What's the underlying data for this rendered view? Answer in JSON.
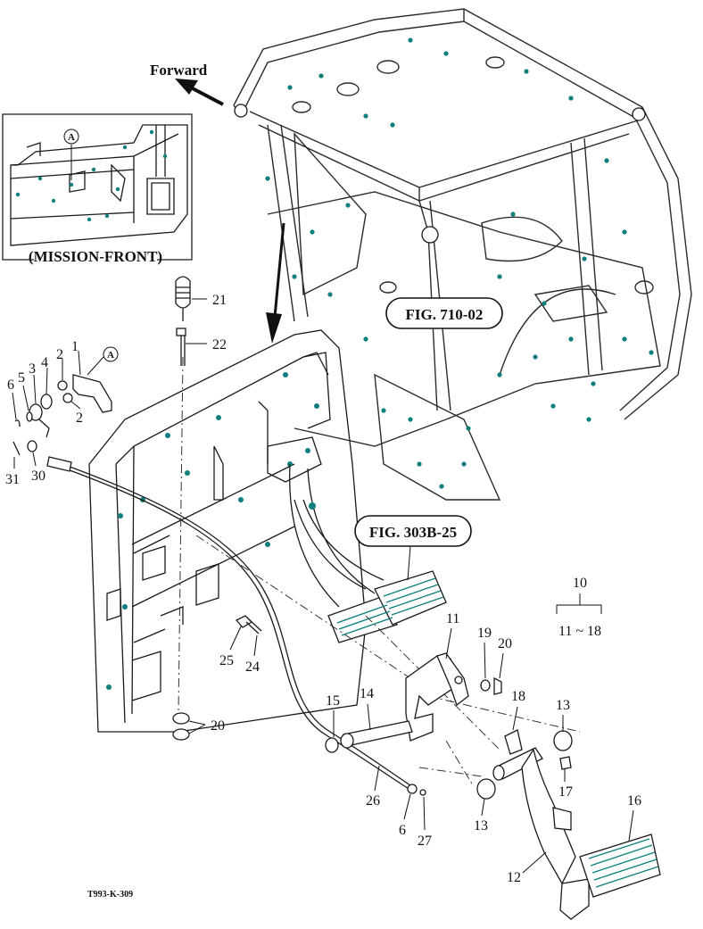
{
  "forward_label": "Forward",
  "inset": {
    "caption": "(MISSION-FRONT)",
    "callout": "A"
  },
  "callout_main": "A",
  "figure_refs": {
    "cab": "FIG. 710-02",
    "pedal": "FIG. 303B-25"
  },
  "assembly": {
    "parent": "10",
    "range": "11 ~ 18"
  },
  "part_numbers": {
    "p1": "1",
    "p2a": "2",
    "p2b": "2",
    "p3": "3",
    "p4": "4",
    "p5": "5",
    "p6a": "6",
    "p31": "31",
    "p30": "30",
    "p21": "21",
    "p22": "22",
    "p25": "25",
    "p24": "24",
    "p20a": "20",
    "p11": "11",
    "p19": "19",
    "p20b": "20",
    "p14": "14",
    "p15": "15",
    "p18": "18",
    "p13a": "13",
    "p13b": "13",
    "p17": "17",
    "p16": "16",
    "p12": "12",
    "p26": "26",
    "p6b": "6",
    "p27": "27"
  },
  "drawing_id": "T993-K-309"
}
